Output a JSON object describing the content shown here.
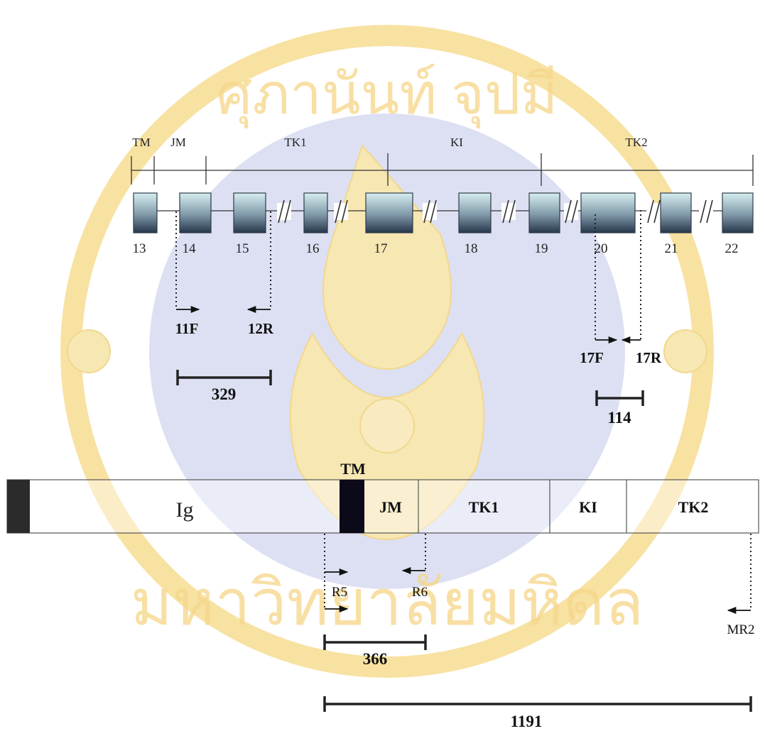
{
  "gene_domains": [
    {
      "name": "TM"
    },
    {
      "name": "JM"
    },
    {
      "name": "TK1"
    },
    {
      "name": "KI"
    },
    {
      "name": "TK2"
    }
  ],
  "exons": [
    "13",
    "14",
    "15",
    "16",
    "17",
    "18",
    "19",
    "20",
    "21",
    "22"
  ],
  "primers_top": [
    "11F",
    "12R",
    "17F",
    "17R"
  ],
  "products_top": [
    "329",
    "114"
  ],
  "protein_domains": [
    "Ig",
    "TM",
    "JM",
    "TK1",
    "KI",
    "TK2"
  ],
  "primers_bottom": [
    "R5",
    "R6",
    "MR2"
  ],
  "products_bottom": [
    "366",
    "1191"
  ],
  "watermark": {
    "text_top": "ศุภานันท์ จุปมี",
    "text_bottom": "มหาวิทยาลัยมหิดล",
    "ring_color": "#f5d98a",
    "disc_color": "#d5d8ef"
  },
  "colors": {
    "exon_fill_light": "#cfe6ea",
    "exon_fill_dark": "#33465a",
    "line": "#333333",
    "tm_block": "#0a0a1a",
    "signal_block": "#2b2b2b"
  }
}
